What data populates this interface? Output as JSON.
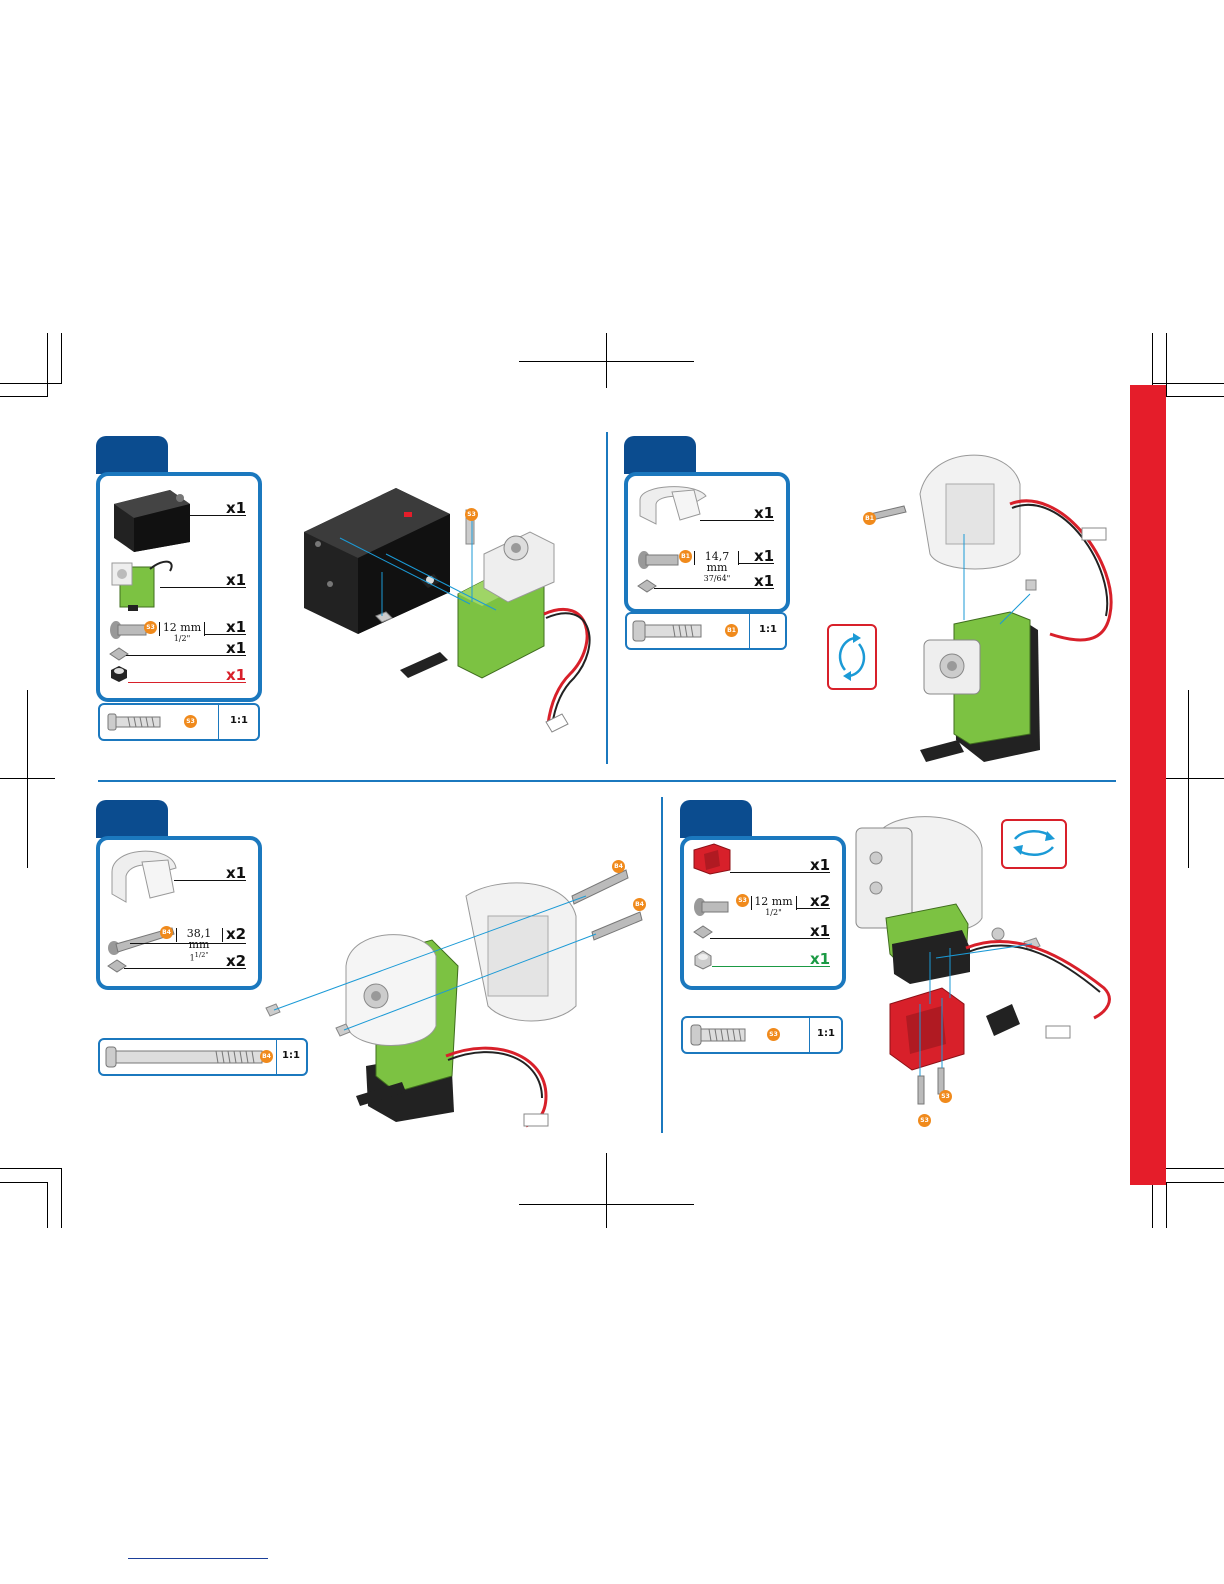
{
  "colors": {
    "step_tab": "#0b4c8f",
    "box_border": "#1b78be",
    "side_bar": "#e51d2a",
    "motor_green": "#7cc242",
    "part_red": "#d8202a",
    "badge_orange": "#f08a1c"
  },
  "steps": [
    {
      "parts": [
        {
          "qty": "x1",
          "icon": "servo-bracket"
        },
        {
          "qty": "x1",
          "icon": "servo-motor"
        },
        {
          "qty": "x1",
          "icon": "screw",
          "badge": "S3",
          "length_mm": "12 mm",
          "length_in": "1/2\""
        },
        {
          "qty": "x1",
          "icon": "square-nut"
        },
        {
          "qty": "x1",
          "icon": "lock-nut"
        }
      ],
      "scale": {
        "badge": "S3",
        "label": "1:1"
      },
      "callouts": [
        "S3"
      ]
    },
    {
      "parts": [
        {
          "qty": "x1",
          "icon": "motor-hub-half"
        },
        {
          "qty": "x1",
          "icon": "screw",
          "badge": "B1",
          "length_mm": "14,7 mm",
          "length_in": "37/64\""
        },
        {
          "qty": "x1",
          "icon": "square-nut"
        }
      ],
      "scale": {
        "badge": "B1",
        "label": "1:1"
      },
      "callouts": [
        "B1"
      ],
      "rotate_icon": "rotate-arrows-icon"
    },
    {
      "parts": [
        {
          "qty": "x1",
          "icon": "motor-hub-half"
        },
        {
          "qty": "x2",
          "icon": "long-screw",
          "badge": "B4",
          "length_mm": "38,1 mm",
          "length_in_whole": "1",
          "length_in_frac": "1/2\""
        },
        {
          "qty": "x2",
          "icon": "square-nut"
        }
      ],
      "scale": {
        "badge": "B4",
        "label": "1:1"
      },
      "callouts": [
        "B4",
        "B4"
      ]
    },
    {
      "parts": [
        {
          "qty": "x1",
          "icon": "red-u-bracket"
        },
        {
          "qty": "x2",
          "icon": "screw",
          "badge": "S3",
          "length_mm": "12 mm",
          "length_in": "1/2\""
        },
        {
          "qty": "x1",
          "icon": "square-nut"
        },
        {
          "qty": "x1",
          "icon": "lock-nut"
        }
      ],
      "scale": {
        "badge": "S3",
        "label": "1:1"
      },
      "callouts": [
        "S3",
        "S3"
      ],
      "rotate_icon": "rotate-arrows-icon"
    }
  ]
}
